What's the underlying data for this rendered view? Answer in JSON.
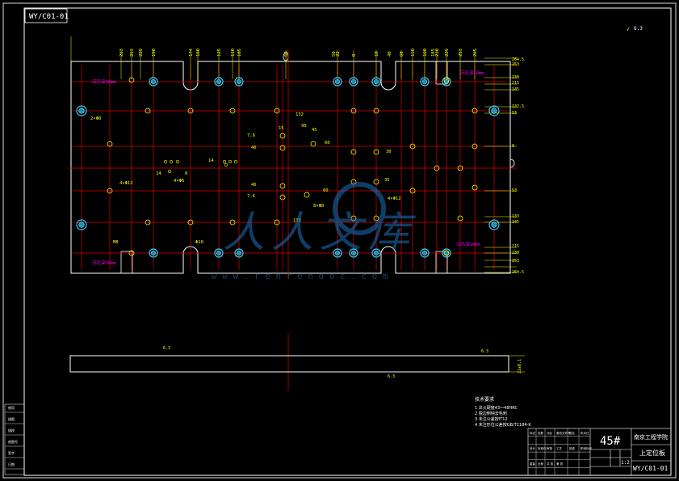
{
  "drawing": {
    "code": "WY/C01-01",
    "material": "45#",
    "school": "南京工程学院",
    "part_name": "上定位板",
    "scale": "1:2",
    "surface_mark": "6.3",
    "thickness_label": "22±0.1",
    "watermark_text": "人人文库",
    "watermark_url": "w w w . r e n r e n d o c . c o m"
  },
  "top_dims": [
    "263",
    "253",
    "229",
    "190",
    "174",
    "160",
    "125",
    "110",
    "105",
    "65",
    "50",
    "22",
    "0",
    "10",
    "40",
    "60",
    "110",
    "160",
    "185",
    "210",
    "229",
    "253",
    "265"
  ],
  "right_dims": [
    "264.5",
    "253",
    "230",
    "215",
    "145",
    "132.5",
    "53",
    "0",
    "53",
    "133",
    "145",
    "215",
    "230",
    "253",
    "264.5"
  ],
  "hole_labels": {
    "a": "沉孔深10mm",
    "b": "2×Φ8",
    "c": "4×Φ12",
    "d": "8×Φ8",
    "e": "M8",
    "f": "4×Φ6",
    "g": "Φ10"
  },
  "inner_dims": [
    "132",
    "60",
    "46",
    "7.6",
    "15",
    "30",
    "90",
    "45",
    "60",
    "46",
    "7.6",
    "139",
    "35",
    "14",
    "8",
    "20",
    "35"
  ],
  "tech_req": {
    "title": "技术要求",
    "items": [
      "1  淬火硬度43～48HRC",
      "2  锐边倒钝去毛刺",
      "3  未注公差按IT12",
      "4  未注形位公差按GB/T1184-K"
    ]
  },
  "titleblock_small": [
    "标记",
    "处数",
    "分区",
    "更改文件号",
    "签名",
    "年月日",
    "设计",
    "标准化",
    "审核",
    "工艺",
    "批准",
    "阶段标记",
    "重量",
    "比例",
    "共 张",
    "第 张"
  ],
  "left_strip": [
    "借用",
    "描图",
    "描校",
    "底图号",
    "签字",
    "日期"
  ]
}
